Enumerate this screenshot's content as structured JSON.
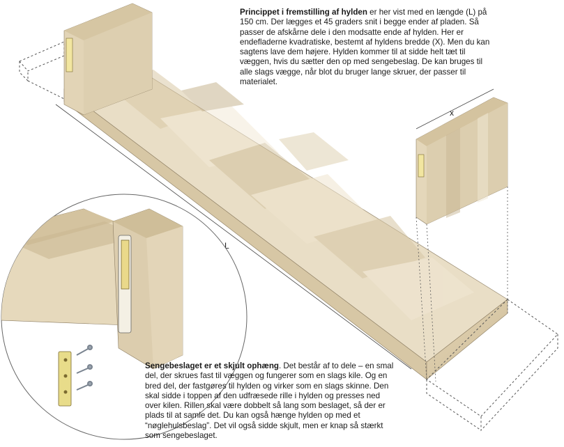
{
  "caption_top": {
    "bold": "Princippet i fremstilling af hylden",
    "text": " er her vist med en længde (L) på 150 cm. Der lægges et 45 graders snit i begge ender af pladen. Så passer de afskårne dele i den modsatte ende af hylden. Her er endefladerne kvadratiske, bestemt af hyldens bredde (X). Men du kan sagtens lave dem højere. Hylden kommer til at sidde helt tæt til væggen, hvis du sætter den op med sengebeslag. De kan bruges til alle slags vægge, når blot du bruger lange skruer, der passer til materialet."
  },
  "caption_bottom": {
    "bold": "Sengebeslaget er et skjult ophæng",
    "text": ". Det består af to dele – en smal del, der skrues fast til væggen og fungerer som en slags kile. Og en bred del, der fastgøres til hylden og virker som en slags skinne. Den skal sidde i toppen af den udfræsede rille i hylden og presses ned over kilen. Rillen skal være dobbelt så lang som beslaget, så der er plads til at samle det. Du kan også hænge hylden op med et “nøglehulsbeslag”. Det vil også sidde skjult, men er knap så stærkt som sengebeslaget."
  },
  "labels": {
    "length": "L",
    "width": "x"
  },
  "colors": {
    "wood_light": "#ebe0c8",
    "wood_mid": "#d9cbae",
    "wood_dark": "#c9b896",
    "bracket": "#e8dc8a",
    "outline": "#444444"
  }
}
